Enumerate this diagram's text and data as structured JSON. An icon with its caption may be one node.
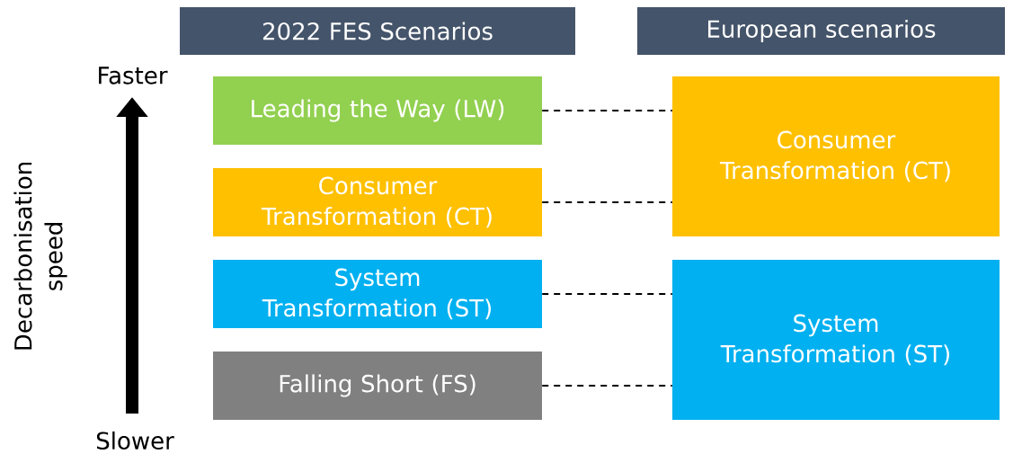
{
  "diagram": {
    "nodes": [
      {
        "text": [
          "2022 FES Scenarios"
        ]
      },
      {
        "text": [
          "European scenarios"
        ]
      },
      {
        "text": [
          "Leading the Way (LW)"
        ]
      },
      {
        "text": [
          "Consumer Transformation (CT)"
        ]
      },
      {
        "text": [
          "System Transformation (ST)"
        ]
      },
      {
        "text": [
          "Falling Short (FS)"
        ]
      },
      {
        "text": [
          "Consumer Transformation (CT)"
        ]
      },
      {
        "text": [
          "System Transformation (ST)"
        ]
      }
    ],
    "edges": [
      {
        "from": 2,
        "to": 6,
        "arrow": "none",
        "style": "dashed"
      },
      {
        "from": 3,
        "to": 6,
        "arrow": "none",
        "style": "dashed"
      },
      {
        "from": 4,
        "to": 7,
        "arrow": "none",
        "style": "dashed"
      },
      {
        "from": 5,
        "to": 7,
        "arrow": "none",
        "style": "dashed"
      }
    ],
    "labels": [
      "Faster",
      "Decarbonisation speed",
      "Slower"
    ]
  }
}
